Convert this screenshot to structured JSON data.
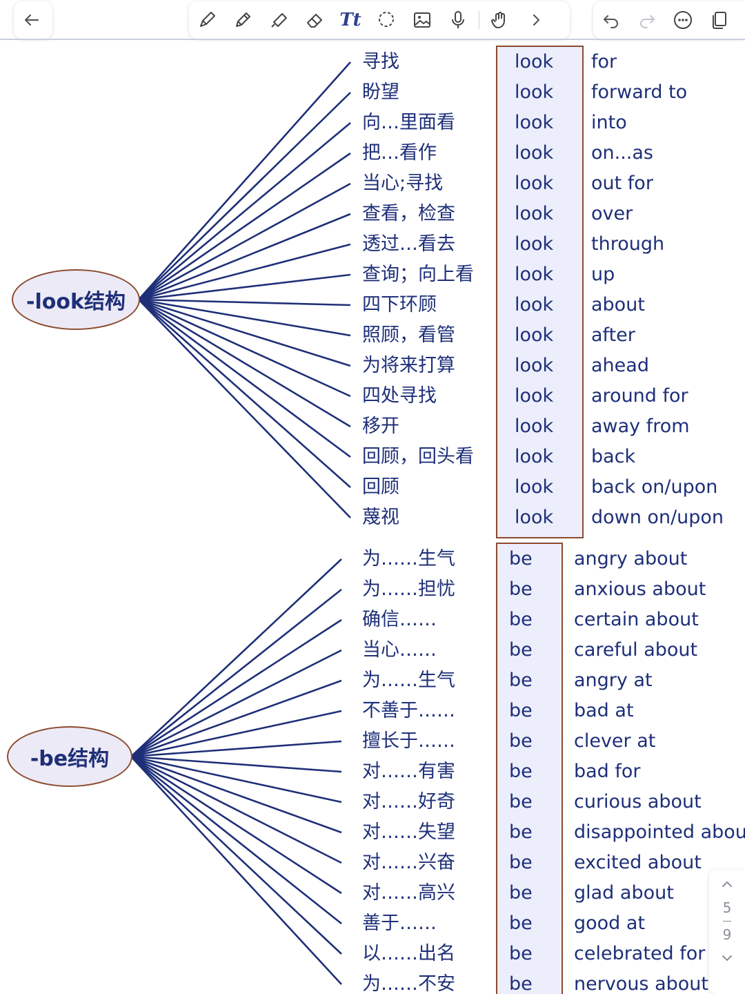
{
  "toolbar": {
    "icons": [
      "back-arrow-icon",
      "pen-icon",
      "pencil-icon",
      "highlighter-icon",
      "eraser-icon",
      "text-icon",
      "lasso-icon",
      "image-icon",
      "microphone-icon",
      "hand-icon",
      "chevron-right-icon",
      "undo-icon",
      "redo-icon",
      "more-icon",
      "pages-icon"
    ],
    "text_tool_label": "Tt"
  },
  "mindmap": {
    "line_color": "#1e2f78",
    "node_border": "#8b4a2e",
    "look": {
      "root": "-look结构",
      "verb": "look",
      "rows": [
        {
          "cn": "寻找",
          "verb": "look",
          "en": "for"
        },
        {
          "cn": "盼望",
          "verb": "look",
          "en": "forward to"
        },
        {
          "cn": "向…里面看",
          "verb": "look",
          "en": "into"
        },
        {
          "cn": "把…看作",
          "verb": "look",
          "en": "on...as"
        },
        {
          "cn": "当心;寻找",
          "verb": "look",
          "en": "out for"
        },
        {
          "cn": "查看，检查",
          "verb": "look",
          "en": "over"
        },
        {
          "cn": "透过…看去",
          "verb": "look",
          "en": "through"
        },
        {
          "cn": "查询；向上看",
          "verb": "look",
          "en": "up"
        },
        {
          "cn": "四下环顾",
          "verb": "look",
          "en": "about"
        },
        {
          "cn": "照顾，看管",
          "verb": "look",
          "en": "after"
        },
        {
          "cn": "为将来打算",
          "verb": "look",
          "en": "ahead"
        },
        {
          "cn": "四处寻找",
          "verb": "look",
          "en": "around for"
        },
        {
          "cn": "移开",
          "verb": "look",
          "en": "away from"
        },
        {
          "cn": "回顾，回头看",
          "verb": "look",
          "en": "back"
        },
        {
          "cn": "回顾",
          "verb": "look",
          "en": "back on/upon"
        },
        {
          "cn": "蔑视",
          "verb": "look",
          "en": "down on/upon"
        }
      ]
    },
    "be": {
      "root": "-be结构",
      "verb": "be",
      "rows": [
        {
          "cn": "为……生气",
          "verb": "be",
          "en": "angry about"
        },
        {
          "cn": "为……担忧",
          "verb": "be",
          "en": "anxious about"
        },
        {
          "cn": "确信……",
          "verb": "be",
          "en": "certain about"
        },
        {
          "cn": "当心……",
          "verb": "be",
          "en": "careful about"
        },
        {
          "cn": "为……生气",
          "verb": "be",
          "en": "angry at"
        },
        {
          "cn": "不善于……",
          "verb": "be",
          "en": "bad at"
        },
        {
          "cn": "擅长于……",
          "verb": "be",
          "en": "clever at"
        },
        {
          "cn": "对……有害",
          "verb": "be",
          "en": "bad for"
        },
        {
          "cn": "对……好奇",
          "verb": "be",
          "en": "curious about"
        },
        {
          "cn": "对……失望",
          "verb": "be",
          "en": "disappointed abou"
        },
        {
          "cn": "对……兴奋",
          "verb": "be",
          "en": "excited about"
        },
        {
          "cn": "对……高兴",
          "verb": "be",
          "en": "glad about"
        },
        {
          "cn": "善于……",
          "verb": "be",
          "en": "good at"
        },
        {
          "cn": "以……出名",
          "verb": "be",
          "en": "celebrated for"
        },
        {
          "cn": "为……不安",
          "verb": "be",
          "en": "nervous about"
        }
      ]
    }
  },
  "pager": {
    "current": "5",
    "total": "9"
  }
}
